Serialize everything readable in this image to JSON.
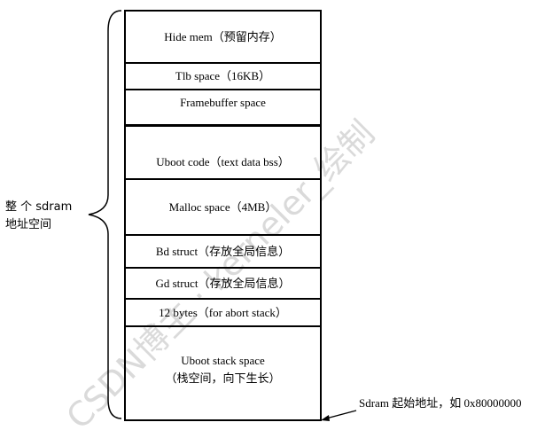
{
  "segments": [
    {
      "label": "Hide mem（预留内存）"
    },
    {
      "label": "Tlb space（16KB）"
    },
    {
      "label": "Framebuffer space"
    },
    {
      "label": "Uboot code（text data bss）"
    },
    {
      "label": "Malloc space（4MB）"
    },
    {
      "label": "Bd struct（存放全局信息）"
    },
    {
      "label": "Gd struct（存放全局信息）"
    },
    {
      "label": "12 bytes（for abort stack）"
    },
    {
      "label": "Uboot stack space",
      "label2": "（栈空间，向下生长）"
    }
  ],
  "brace_label": {
    "line1": "整 个  sdram",
    "line2": "地址空间"
  },
  "start_address_label": "Sdram 起始地址，如 0x80000000",
  "watermark": "CSDN博主 · kerneler_绘制"
}
